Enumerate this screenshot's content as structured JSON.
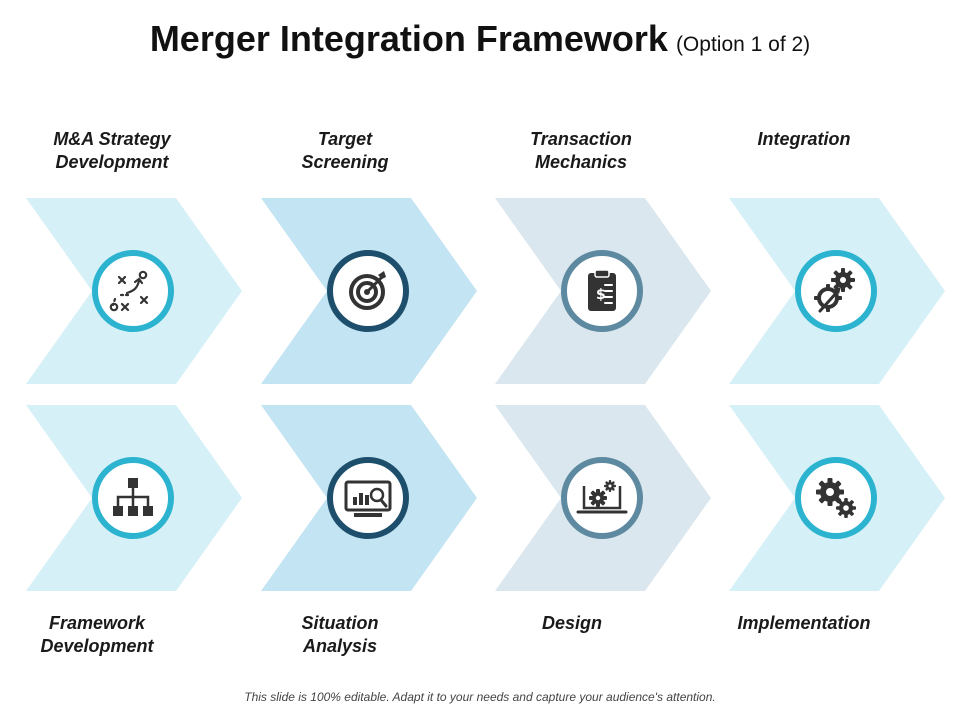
{
  "title": {
    "main": "Merger Integration Framework",
    "sub": "(Option 1 of 2)"
  },
  "top_row": [
    {
      "label_line1": "M&A Strategy",
      "label_line2": "Development",
      "icon": "strategy-play-icon",
      "fill": "#d6f0f7",
      "ring": "#2bb3cf"
    },
    {
      "label_line1": "Target",
      "label_line2": "Screening",
      "icon": "target-icon",
      "fill": "#c3e4f2",
      "ring": "#1d4e6b"
    },
    {
      "label_line1": "Transaction",
      "label_line2": "Mechanics",
      "icon": "clipboard-dollar-icon",
      "fill": "#dbe7ee",
      "ring": "#5d8aa0"
    },
    {
      "label_line1": "Integration",
      "label_line2": "",
      "icon": "gears-arrow-icon",
      "fill": "#d6f0f7",
      "ring": "#2bb3cf"
    }
  ],
  "bottom_row": [
    {
      "label_line1": "Framework",
      "label_line2": "Development",
      "icon": "org-chart-icon",
      "fill": "#d6f0f7",
      "ring": "#2bb3cf"
    },
    {
      "label_line1": "Situation",
      "label_line2": "Analysis",
      "icon": "monitor-search-icon",
      "fill": "#c3e4f2",
      "ring": "#1d4e6b"
    },
    {
      "label_line1": "Design",
      "label_line2": "",
      "icon": "laptop-gears-icon",
      "fill": "#dbe7ee",
      "ring": "#5d8aa0"
    },
    {
      "label_line1": "Implementation",
      "label_line2": "",
      "icon": "gears-icon",
      "fill": "#d6f0f7",
      "ring": "#2bb3cf"
    }
  ],
  "footer": "This slide is 100% editable. Adapt it to your needs and capture your audience's attention."
}
